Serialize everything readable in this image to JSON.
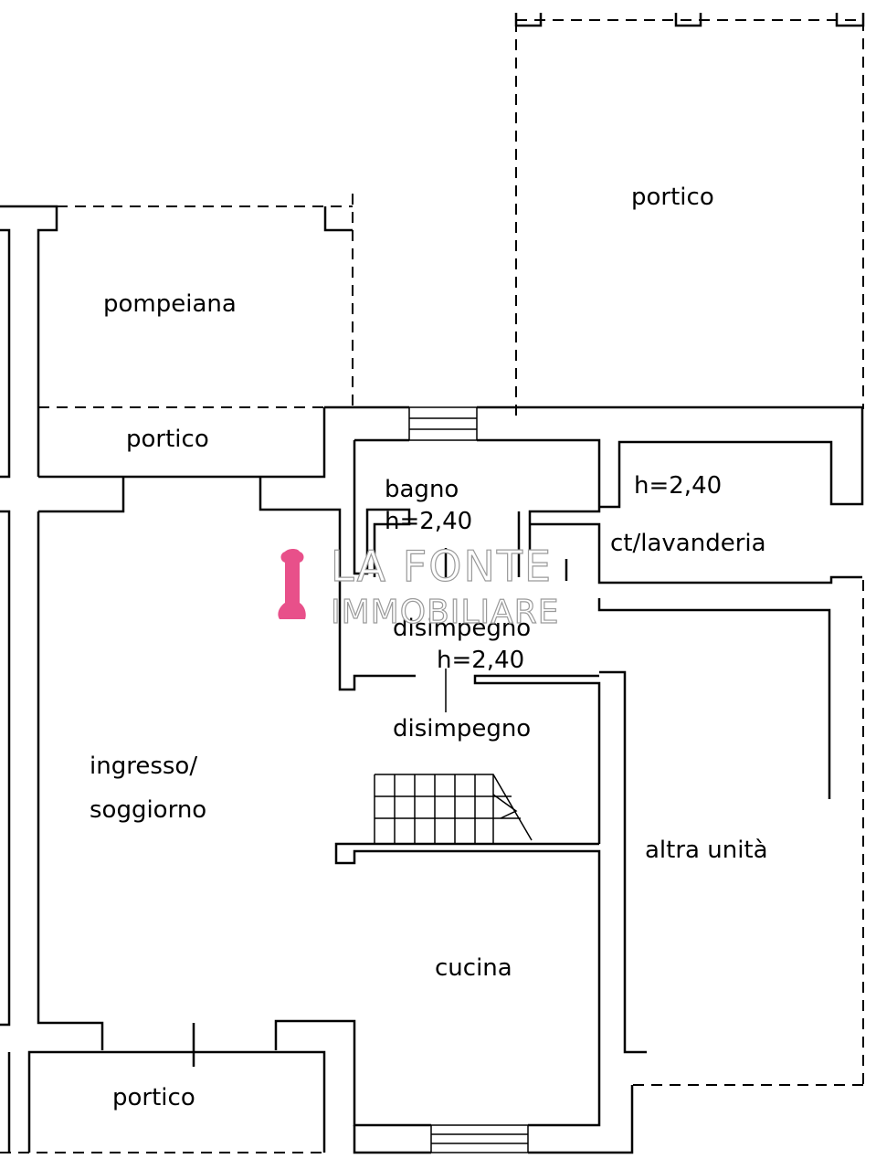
{
  "rooms": {
    "portico_top": "portico",
    "pompeiana": "pompeiana",
    "portico_left": "portico",
    "bagno": "bagno",
    "bagno_h": "h=2,40",
    "ct_h": "h=2,40",
    "ct_lavanderia": "ct/lavanderia",
    "disimpegno_upper": "disimpegno",
    "disimpegno_upper_h": "h=2,40",
    "disimpegno_lower": "disimpegno",
    "ingresso": "ingresso/",
    "soggiorno": "soggiorno",
    "altra_unita": "altra unità",
    "cucina": "cucina",
    "portico_bottom": "portico"
  },
  "watermark": {
    "line1": "LA FONTE",
    "line2": "IMMOBILIARE",
    "accent_color": "#e8508a",
    "outline_color": "#9a9a9a"
  }
}
